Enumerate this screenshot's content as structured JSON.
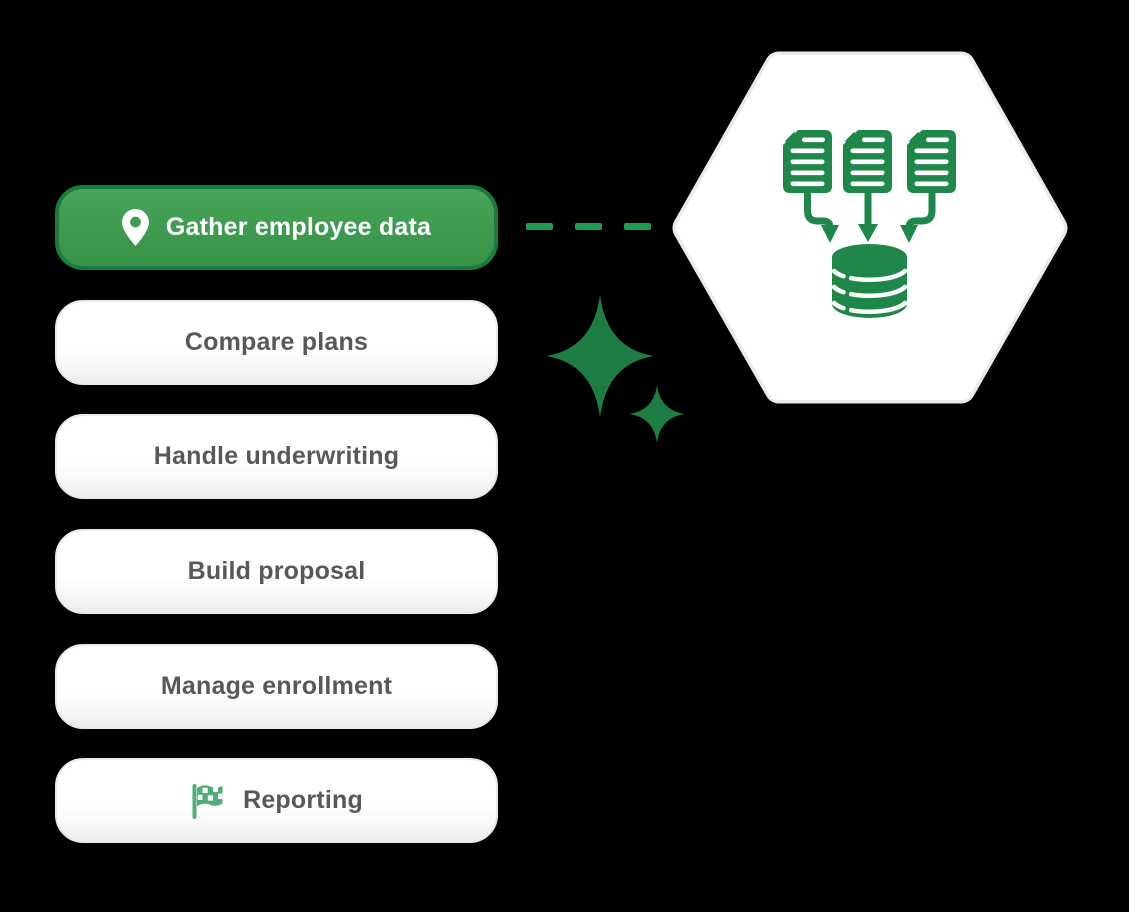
{
  "background_color": "#000000",
  "steps": [
    {
      "label": "Gather employee data",
      "state": "active",
      "icon": "location-pin"
    },
    {
      "label": "Compare plans",
      "state": "default",
      "icon": ""
    },
    {
      "label": "Handle underwriting",
      "state": "default",
      "icon": ""
    },
    {
      "label": "Build proposal",
      "state": "default",
      "icon": ""
    },
    {
      "label": "Manage enrollment",
      "state": "default",
      "icon": ""
    },
    {
      "label": "Reporting",
      "state": "default",
      "icon": "checkered-flag"
    }
  ],
  "connector": {
    "type": "dashed-line",
    "dash_count": 3,
    "color": "#219a55"
  },
  "decorations": {
    "sparkle_count": 2,
    "sparkle_color": "#1e7d45"
  },
  "hexagon_panel": {
    "shape": "rounded-hexagon",
    "fill": "#ffffff",
    "icon": "documents-to-database",
    "icon_color": "#1e8749",
    "document_count": 3
  },
  "colors": {
    "active_fill": "#3f9c51",
    "active_border": "#187c3e",
    "active_text": "#ffffff",
    "inactive_fill": "#ffffff",
    "inactive_border": "#e9e9e9",
    "inactive_text": "#58585a",
    "flag_green": "#4fae7a"
  }
}
